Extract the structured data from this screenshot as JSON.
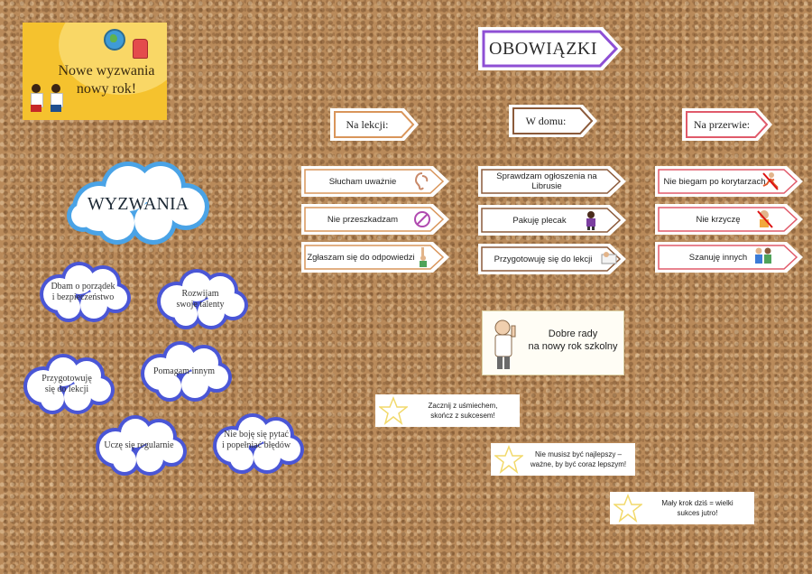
{
  "title_card": {
    "line1": "Nowe wyzwania",
    "line2": "nowy rok!"
  },
  "challenges": {
    "title": "WYZWANIA",
    "items": [
      {
        "line1": "Dbam o porządek",
        "line2": "i bezpieczeństwo"
      },
      {
        "line1": "Rozwijam",
        "line2": "swoje talenty"
      },
      {
        "line1": "Przygotowuję",
        "line2": "się do lekcji"
      },
      {
        "line1": "Pomagam innym",
        "line2": ""
      },
      {
        "line1": "Uczę się regularnie",
        "line2": ""
      },
      {
        "line1": "Nie boję się pytać",
        "line2": "i popełniać błędów"
      }
    ]
  },
  "duties": {
    "title": "OBOWIĄZKI",
    "sections": [
      {
        "label": "Na lekcji:",
        "color": "#d9955a",
        "items": [
          "Słucham uważnie",
          "Nie przeszkadzam",
          "Zgłaszam się do odpowiedzi"
        ]
      },
      {
        "label": "W domu:",
        "color": "#8b5a3a",
        "items": [
          "Sprawdzam ogłoszenia na Librusie",
          "Pakuję plecak",
          "Przygotowuję się do lekcji"
        ]
      },
      {
        "label": "Na przerwie:",
        "color": "#e05a6a",
        "items": [
          "Nie biegam po korytarzach",
          "Nie krzyczę",
          "Szanuję innych"
        ]
      }
    ]
  },
  "tips": {
    "title_line1": "Dobre rady",
    "title_line2": "na nowy rok szkolny",
    "items": [
      {
        "line1": "Zacznij z uśmiechem,",
        "line2": "skończ z sukcesem!"
      },
      {
        "line1": "Nie musisz być najlepszy –",
        "line2": "ważne, by być coraz lepszym!"
      },
      {
        "line1": "Mały krok dziś = wielki",
        "line2": "sukces jutro!"
      }
    ]
  },
  "colors": {
    "purple": "#8e4fd4",
    "cloud_big": "#4aa3e6",
    "cloud_small": "#4a56d6",
    "title_bg": "#f5c22e",
    "star": "#f2d96b"
  },
  "icons": [
    "globe-icon",
    "backpack-icon",
    "ear-icon",
    "no-talking-icon",
    "raised-hand-icon",
    "boy-backpack-icon",
    "homework-icon",
    "no-running-icon",
    "shouting-icon",
    "friends-icon",
    "thumbs-up-icon",
    "star-icon"
  ]
}
